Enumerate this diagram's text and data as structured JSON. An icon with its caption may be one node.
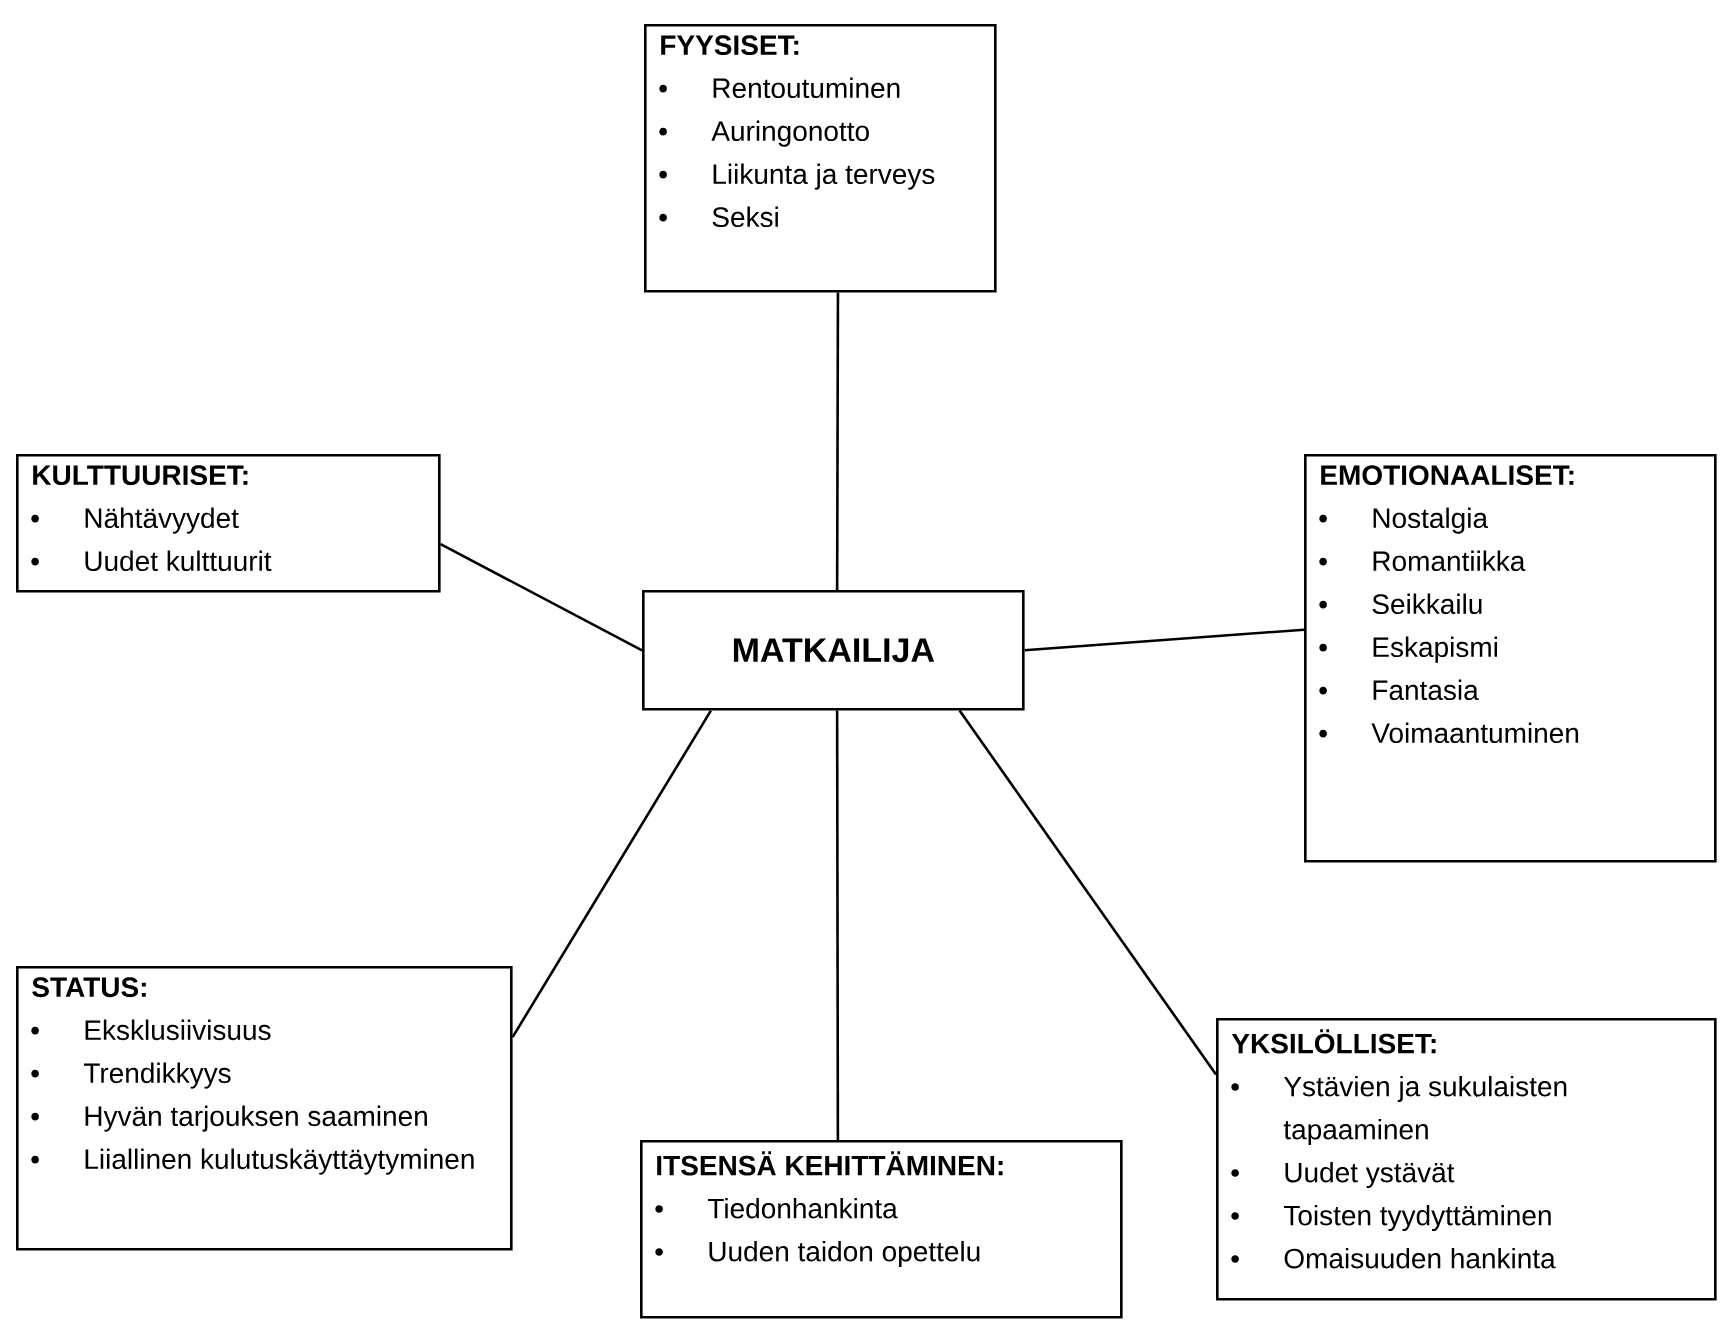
{
  "diagram": {
    "nodes": [
      {
        "text": [
          "MATKAILIJA"
        ]
      },
      {
        "text": [
          "FYYSISET:",
          "Rentoutuminen",
          "Auringonotto",
          "Liikunta ja terveys",
          "Seksi"
        ]
      },
      {
        "text": [
          "KULTTUURISET:",
          "Nähtävyydet",
          "Uudet kulttuurit"
        ]
      },
      {
        "text": [
          "EMOTIONAALISET:",
          "Nostalgia",
          "Romantiikka",
          "Seikkailu",
          "Eskapismi",
          "Fantasia",
          "Voimaantuminen"
        ]
      },
      {
        "text": [
          "STATUS:",
          "Eksklusiivisuus",
          "Trendikkyys",
          "Hyvän tarjouksen saaminen",
          "Liiallinen kulutuskäyttäytyminen"
        ]
      },
      {
        "text": [
          "ITSENSÄ KEHITTÄMINEN:",
          "Tiedonhankinta",
          "Uuden taidon opettelu"
        ]
      },
      {
        "text": [
          "YKSILÖLLISET:",
          "Ystävien ja sukulaisten tapaaminen",
          "Uudet ystävät",
          "Toisten tyydyttäminen",
          "Omaisuuden hankinta"
        ]
      }
    ],
    "edges": [
      {
        "from": 0,
        "to": 1,
        "arrow": "none"
      },
      {
        "from": 0,
        "to": 2,
        "arrow": "none"
      },
      {
        "from": 0,
        "to": 3,
        "arrow": "none"
      },
      {
        "from": 0,
        "to": 4,
        "arrow": "none"
      },
      {
        "from": 0,
        "to": 5,
        "arrow": "none"
      },
      {
        "from": 0,
        "to": 6,
        "arrow": "none"
      }
    ]
  }
}
